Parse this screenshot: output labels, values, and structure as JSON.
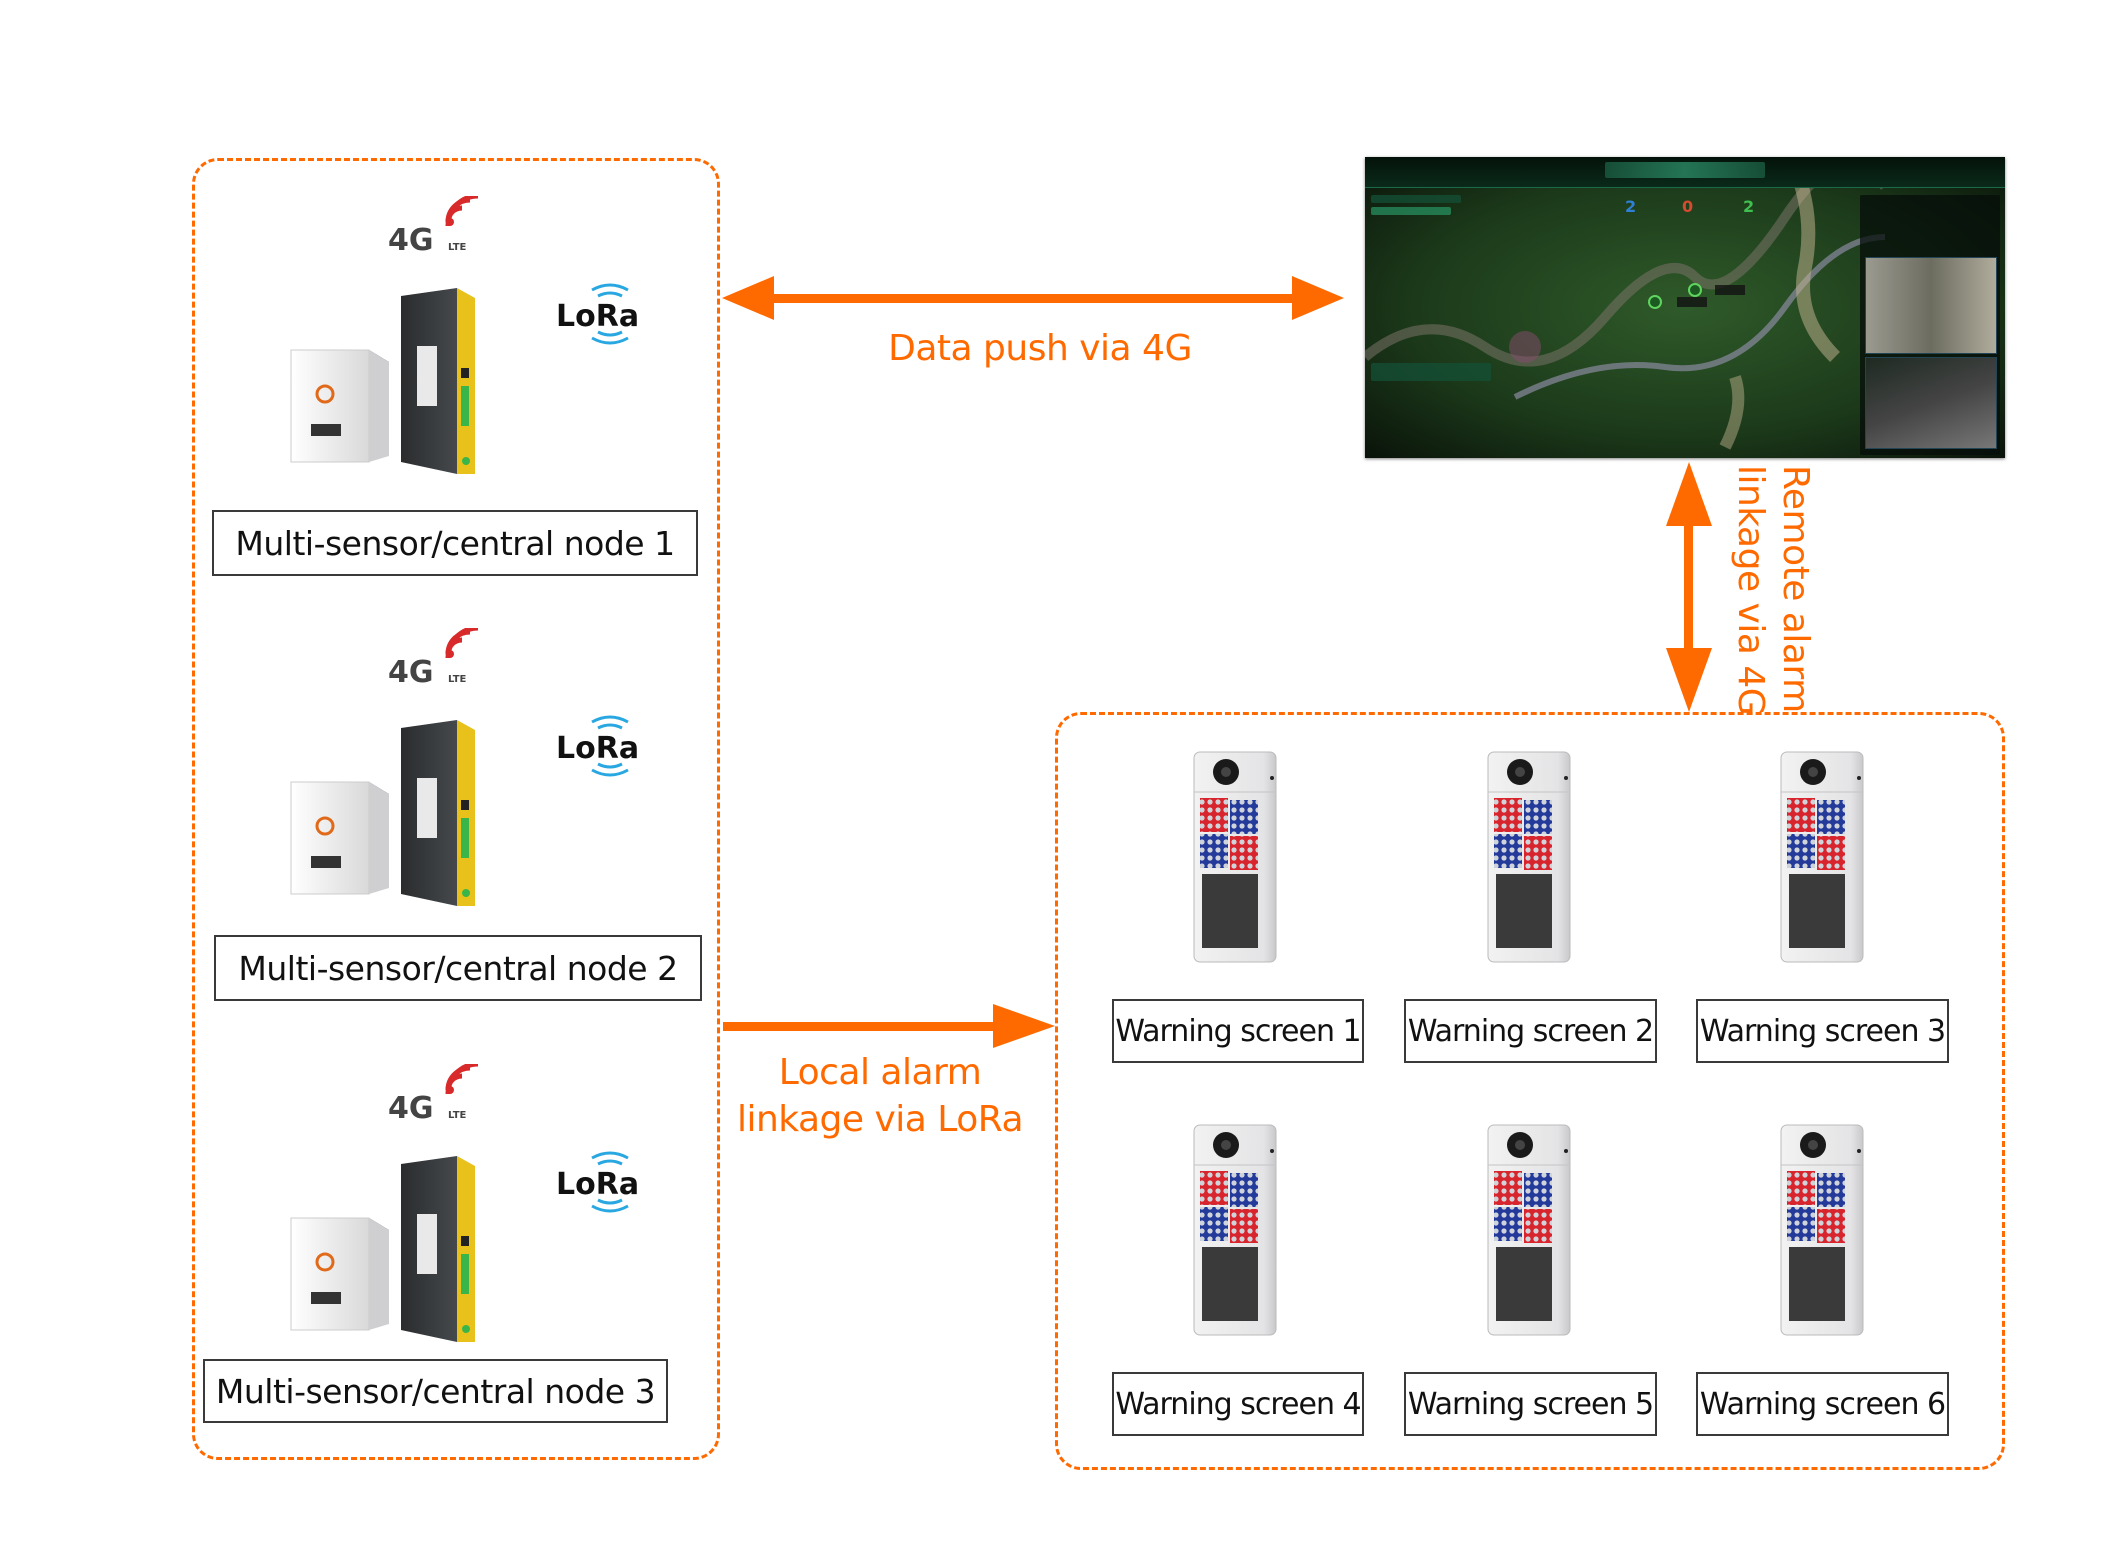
{
  "colors": {
    "accent": "#ff6a00",
    "label_border": "#3a3a3a",
    "label_text": "#111111",
    "counter_blue": "#2f7fd6",
    "counter_red": "#d64a2f",
    "counter_green": "#3fbf4f"
  },
  "sensor_group": {
    "nodes": [
      {
        "label": "Multi-sensor/central node 1",
        "icons": [
          "4g-lte-logo",
          "lora-logo",
          "solar-sensor-cube",
          "gateway-router"
        ]
      },
      {
        "label": "Multi-sensor/central node 2",
        "icons": [
          "4g-lte-logo",
          "lora-logo",
          "solar-sensor-cube",
          "gateway-router"
        ]
      },
      {
        "label": "Multi-sensor/central node 3",
        "icons": [
          "4g-lte-logo",
          "lora-logo",
          "solar-sensor-cube",
          "gateway-router"
        ]
      }
    ],
    "logo_4g_text": "4G",
    "logo_4g_sub": "LTE",
    "logo_lora_text": "LoRa"
  },
  "dashboard": {
    "image": "monitoring-platform-satellite-map",
    "counters": [
      "2",
      "0",
      "2"
    ]
  },
  "connections": {
    "data_push": {
      "label": "Data push via 4G",
      "direction": "bidirectional"
    },
    "remote_alarm": {
      "label_line1": "Remote alarm",
      "label_line2": "linkage via 4G",
      "direction": "bidirectional"
    },
    "local_alarm": {
      "label_line1": "Local alarm",
      "label_line2": "linkage via LoRa",
      "direction": "forward"
    }
  },
  "warning_group": {
    "screens": [
      {
        "label": "Warning screen 1"
      },
      {
        "label": "Warning screen 2"
      },
      {
        "label": "Warning screen 3"
      },
      {
        "label": "Warning screen 4"
      },
      {
        "label": "Warning screen 5"
      },
      {
        "label": "Warning screen 6"
      }
    ]
  }
}
